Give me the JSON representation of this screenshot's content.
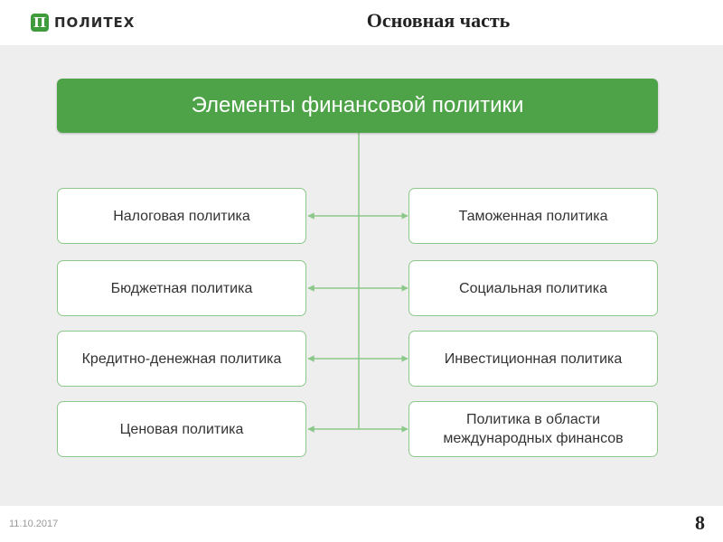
{
  "header": {
    "logo_mark": "П",
    "logo_text": "ПОЛИТЕХ",
    "title": "Основная часть"
  },
  "diagram": {
    "root": "Элементы финансовой политики",
    "left": [
      "Налоговая политика",
      "Бюджетная политика",
      "Кредитно-денежная политика",
      "Ценовая политика"
    ],
    "right": [
      "Таможенная политика",
      "Социальная политика",
      "Инвестиционная политика",
      "Политика в области международных финансов"
    ]
  },
  "footer": {
    "date": "11.10.2017",
    "page": "8"
  },
  "colors": {
    "accent_green": "#4ea348",
    "box_border": "#8cc88a",
    "background": "#eeeeee"
  }
}
